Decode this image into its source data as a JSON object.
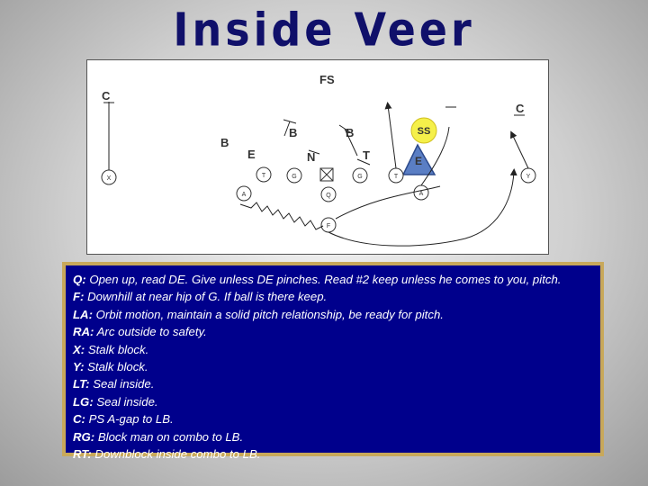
{
  "title": "Inside Veer",
  "diagram": {
    "defense": {
      "fs": "FS",
      "c_left": "C",
      "c_right": "C",
      "b_left_outer": "B",
      "b_mid1": "B",
      "b_mid2": "B",
      "e_left": "E",
      "e_right": "E",
      "n": "N",
      "t": "T",
      "ss": "SS"
    },
    "offense": {
      "x": "X",
      "lt": "T",
      "lg": "G",
      "rg": "G",
      "rt": "T",
      "y": "Y",
      "la": "A",
      "q": "Q",
      "ra": "A",
      "f": "F"
    },
    "colors": {
      "ss_fill": "#f5f04a",
      "e_fill": "#5a7ec4"
    }
  },
  "notes": [
    {
      "key": "Q:",
      "text": "  Open up, read DE. Give unless DE pinches. Read #2 keep unless he comes to you, pitch."
    },
    {
      "key": "F:",
      "text": "  Downhill at near hip of G. If ball is there keep."
    },
    {
      "key": "LA:",
      "text": " Orbit motion, maintain a solid pitch relationship, be ready for pitch."
    },
    {
      "key": "RA:",
      "text": "  Arc outside to safety."
    },
    {
      "key": "X:",
      "text": "  Stalk block."
    },
    {
      "key": "Y:",
      "text": "  Stalk block."
    },
    {
      "key": "LT:",
      "text": " Seal inside."
    },
    {
      "key": "LG:",
      "text": " Seal inside."
    },
    {
      "key": "C:",
      "text": "  PS A-gap to LB."
    },
    {
      "key": "RG:",
      "text": " Block man on combo to LB."
    },
    {
      "key": "RT:",
      "text": " Downblock inside combo to LB."
    }
  ]
}
